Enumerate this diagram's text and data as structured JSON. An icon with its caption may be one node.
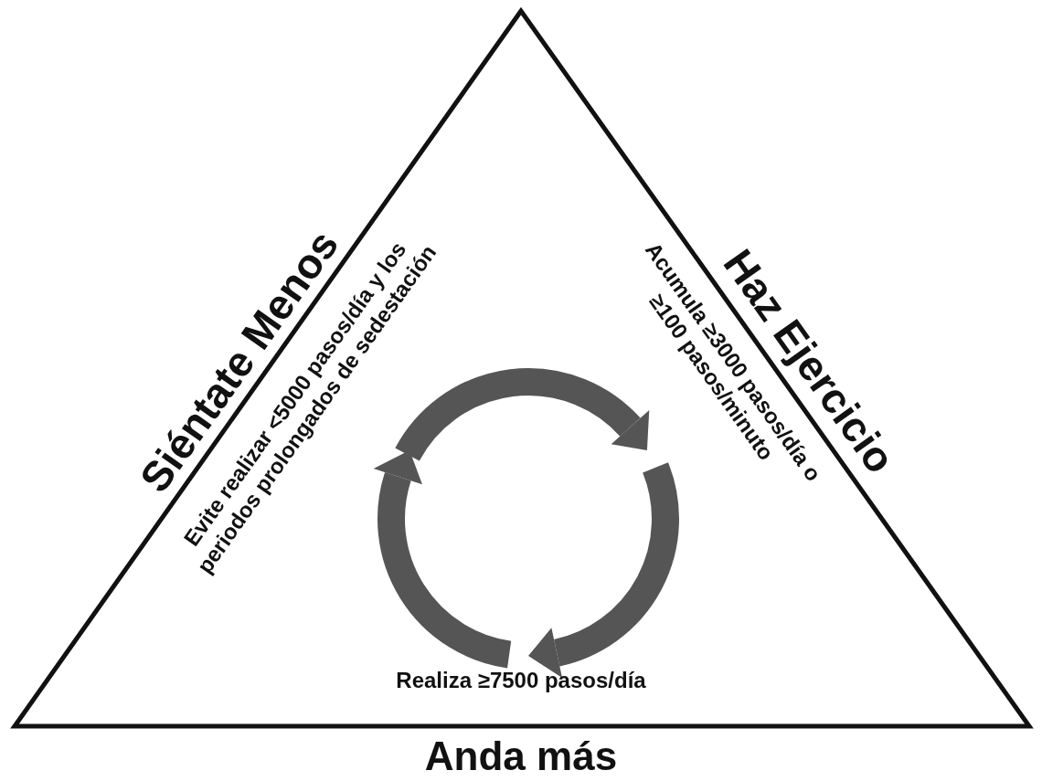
{
  "diagram": {
    "nodes": [
      {
        "text": [
          "Siéntate Menos",
          "Evite realizar <5000 pasos/día y los periodos prolongados de sedestación",
          "Haz Ejercicio",
          "Acumula ≥3000 pasos/día o ≥100 pasos/minuto",
          "Realiza ≥7500 pasos/día",
          "Anda más"
        ]
      }
    ],
    "edges": []
  }
}
